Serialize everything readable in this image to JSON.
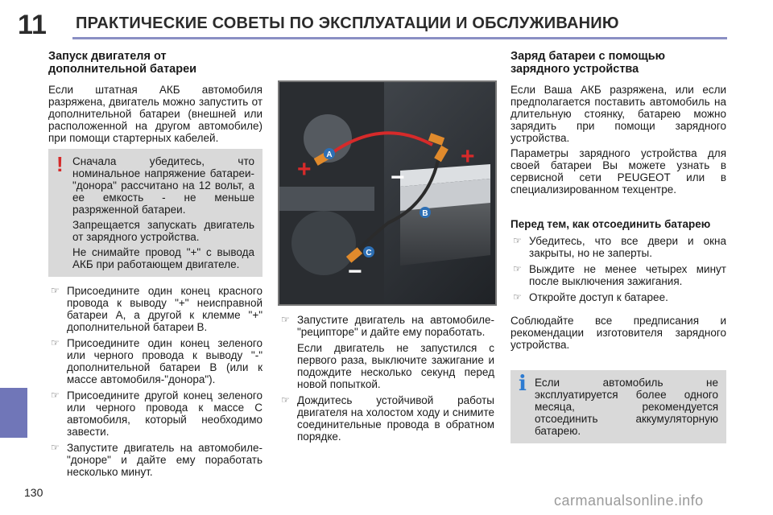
{
  "header": {
    "chapter": "11",
    "title": "ПРАКТИЧЕСКИЕ СОВЕТЫ ПО ЭКСПЛУАТАЦИИ И ОБСЛУЖИВАНИЮ"
  },
  "page_number": "130",
  "watermark": "carmanualsonline.info",
  "left": {
    "heading": "Запуск двигателя от дополнительной батареи",
    "intro": "Если штатная АКБ автомобиля разряжена, двигатель можно запустить от дополнительной батареи (внешней или расположенной на другом автомобиле) при помощи стартерных кабелей.",
    "warning": {
      "p1": "Сначала убедитесь, что номинальное напряжение батареи-\"донора\" рассчитано на 12 вольт, а ее емкость - не меньше разряженной батареи.",
      "p2": "Запрещается запускать двигатель от зарядного устройства.",
      "p3": "Не снимайте провод \"+\" с вывода АКБ при работающем двигателе."
    },
    "steps": [
      "Присоедините один конец красного провода к выводу \"+\" неисправной батареи А, а другой к клемме \"+\" дополнительной батареи В.",
      "Присоедините один конец зеленого или черного провода к выводу \"-\" дополнительной батареи В (или к массе автомобиля-\"донора\").",
      "Присоедините другой конец зеленого или черного провода к массе С автомобиля, который необходимо завести.",
      "Запустите двигатель на автомобиле-\"доноре\" и дайте ему поработать несколько минут."
    ]
  },
  "middle": {
    "steps": [
      "Запустите двигатель на автомобиле-\"реципторе\" и дайте ему поработать."
    ],
    "note": "Если двигатель не запустился с первого раза, выключите зажигание и подождите несколько секунд перед новой попыткой.",
    "steps2": [
      "Дождитесь устойчивой работы двигателя на холостом ходу и снимите соединительные провода в обратном порядке."
    ]
  },
  "right": {
    "heading": "Заряд батареи с помощью зарядного устройства",
    "p1": "Если Ваша АКБ разряжена, или если предполагается поставить автомобиль на длительную стоянку, батарею можно зарядить при помощи зарядного устройства.",
    "p2": "Параметры зарядного устройства для своей батареи Вы можете узнать в сервисной сети PEUGEOT или в специализированном техцентре.",
    "subheading": "Перед тем, как отсоединить батарею",
    "bullets": [
      "Убедитесь, что все двери и окна закрыты, но не заперты.",
      "Выждите не менее четырех минут после выключения зажигания.",
      "Откройте доступ к батарее."
    ],
    "p3": "Соблюдайте все предписания и рекомендации изготовителя зарядного устройства.",
    "info": "Если автомобиль не эксплуатируется более одного месяца, рекомендуется отсоединить аккумуляторную батарею."
  },
  "figure": {
    "label_a": "A",
    "label_b": "B",
    "label_c": "C",
    "plus1": "+",
    "plus2": "+",
    "minus1": "−",
    "minus2": "−"
  }
}
